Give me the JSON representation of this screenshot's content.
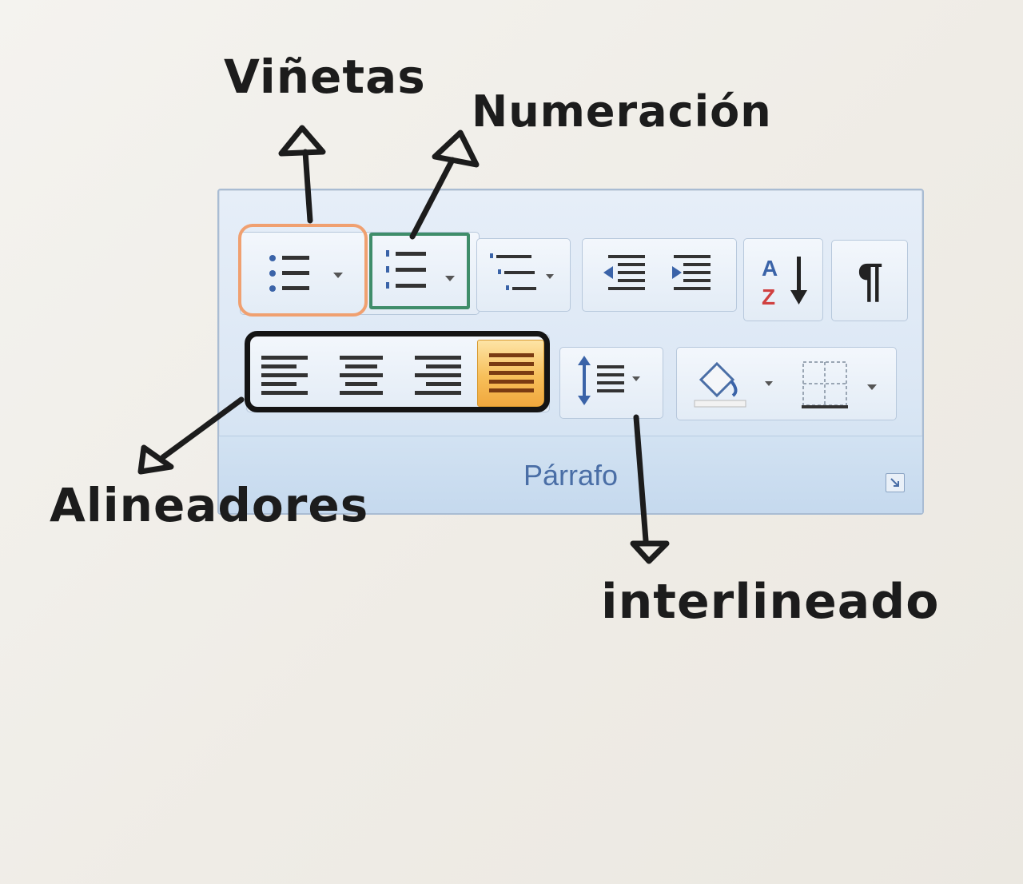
{
  "ribbon": {
    "group_label": "Párrafo",
    "row1": [
      {
        "id": "bullets",
        "icon": "bullets-icon",
        "dropdown": true
      },
      {
        "id": "numbering",
        "icon": "numbering-icon",
        "dropdown": true
      },
      {
        "id": "multilevel",
        "icon": "multilevel-list-icon",
        "dropdown": true
      },
      {
        "id": "decrease-indent",
        "icon": "decrease-indent-icon"
      },
      {
        "id": "increase-indent",
        "icon": "increase-indent-icon"
      },
      {
        "id": "sort",
        "icon": "sort-az-icon",
        "glyph_a": "A",
        "glyph_z": "Z"
      },
      {
        "id": "show-marks",
        "icon": "pilcrow-icon",
        "glyph": "¶"
      }
    ],
    "row2": [
      {
        "id": "align-left",
        "icon": "align-left-icon"
      },
      {
        "id": "align-center",
        "icon": "align-center-icon"
      },
      {
        "id": "align-right",
        "icon": "align-right-icon"
      },
      {
        "id": "justify",
        "icon": "justify-icon",
        "selected": true
      },
      {
        "id": "line-spacing",
        "icon": "line-spacing-icon",
        "dropdown": true
      },
      {
        "id": "shading",
        "icon": "paint-bucket-icon",
        "dropdown": true
      },
      {
        "id": "borders",
        "icon": "borders-icon",
        "dropdown": true
      }
    ]
  },
  "annotations": {
    "vinetas": "Viñetas",
    "numeracion": "Numeración",
    "alineadores": "Alineadores",
    "interlineado": "interlineado"
  },
  "colors": {
    "bullets_highlight": "#f0a070",
    "numbering_highlight": "#3f8d6a",
    "alignment_highlight": "#141414",
    "ribbon_text": "#4a6ea6",
    "selected_button": "#f5b34a"
  }
}
